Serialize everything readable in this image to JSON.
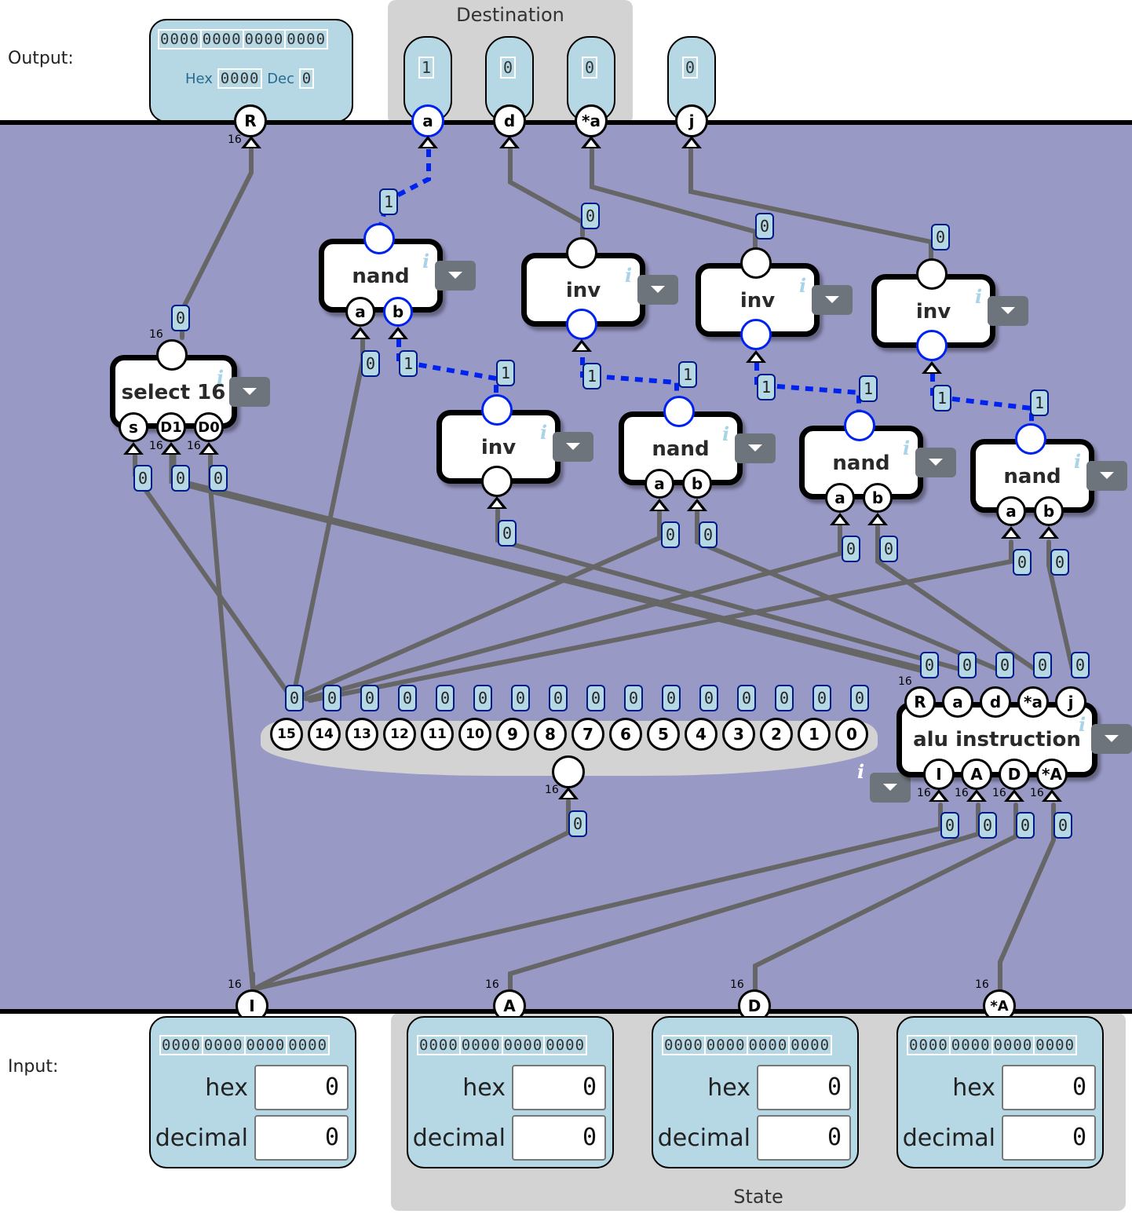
{
  "output_label": "Output:",
  "input_label": "Input:",
  "destination_group": {
    "title": "Destination"
  },
  "state_group": {
    "title": "State"
  },
  "output_R": {
    "bits": [
      "0000",
      "0000",
      "0000",
      "0000"
    ],
    "hex_label": "Hex",
    "hex_value": "0000",
    "dec_label": "Dec",
    "dec_value": "0",
    "pin": "R",
    "width": "16"
  },
  "outputs_bits": [
    {
      "pin": "a",
      "value": "1",
      "active": true
    },
    {
      "pin": "d",
      "value": "0",
      "active": false
    },
    {
      "pin": "*a",
      "value": "0",
      "active": false
    },
    {
      "pin": "j",
      "value": "0",
      "active": false
    }
  ],
  "inputs": [
    {
      "pin": "I",
      "width": "16",
      "bits": [
        "0000",
        "0000",
        "0000",
        "0000"
      ],
      "hex_label": "hex",
      "hex_value": "0",
      "decimal_label": "decimal",
      "decimal_value": "0"
    },
    {
      "pin": "A",
      "width": "16",
      "bits": [
        "0000",
        "0000",
        "0000",
        "0000"
      ],
      "hex_label": "hex",
      "hex_value": "0",
      "decimal_label": "decimal",
      "decimal_value": "0"
    },
    {
      "pin": "D",
      "width": "16",
      "bits": [
        "0000",
        "0000",
        "0000",
        "0000"
      ],
      "hex_label": "hex",
      "hex_value": "0",
      "decimal_label": "decimal",
      "decimal_value": "0"
    },
    {
      "pin": "*A",
      "width": "16",
      "bits": [
        "0000",
        "0000",
        "0000",
        "0000"
      ],
      "hex_label": "hex",
      "hex_value": "0",
      "decimal_label": "decimal",
      "decimal_value": "0"
    }
  ],
  "components": {
    "nand_top": {
      "label": "nand",
      "pins": [
        "a",
        "b"
      ]
    },
    "inv_d": {
      "label": "inv"
    },
    "inv_star_a": {
      "label": "inv"
    },
    "inv_j": {
      "label": "inv"
    },
    "select16": {
      "label": "select 16",
      "pins": [
        "s",
        "D1",
        "D0"
      ],
      "width": "16"
    },
    "inv_mid": {
      "label": "inv"
    },
    "nand_1": {
      "label": "nand",
      "pins": [
        "a",
        "b"
      ]
    },
    "nand_2": {
      "label": "nand",
      "pins": [
        "a",
        "b"
      ]
    },
    "nand_3": {
      "label": "nand",
      "pins": [
        "a",
        "b"
      ]
    },
    "splitter": {
      "bits": [
        "15",
        "14",
        "13",
        "12",
        "11",
        "10",
        "9",
        "8",
        "7",
        "6",
        "5",
        "4",
        "3",
        "2",
        "1",
        "0"
      ],
      "width": "16"
    },
    "alu_instruction": {
      "label": "alu instruction",
      "outputs": [
        "R",
        "a",
        "d",
        "*a",
        "j"
      ],
      "inputs": [
        "I",
        "A",
        "D",
        "*A"
      ],
      "width": "16"
    }
  },
  "wire_values": {
    "nand_top_out": "1",
    "nand_top_a": "0",
    "nand_top_b": "1",
    "inv_d_out": "0",
    "inv_star_a_out": "0",
    "inv_j_out": "0",
    "inv_d_in": "1",
    "inv_star_a_in": "1",
    "inv_j_in": "1",
    "select_out": "0",
    "select_s": "0",
    "select_d1": "0",
    "select_d0": "0",
    "inv_mid_out": "1",
    "inv_mid_in": "0",
    "nand_1_out": "1",
    "nand_1_a": "0",
    "nand_1_b": "0",
    "nand_2_out": "1",
    "nand_2_a": "0",
    "nand_2_b": "0",
    "nand_3_out": "1",
    "nand_3_a": "0",
    "nand_3_b": "0",
    "splitter_bits": [
      "0",
      "0",
      "0",
      "0",
      "0",
      "0",
      "0",
      "0",
      "0",
      "0",
      "0",
      "0",
      "0",
      "0",
      "0",
      "0"
    ],
    "splitter_in": "0",
    "alu_out": [
      "0",
      "0",
      "0",
      "0",
      "0"
    ],
    "alu_in": [
      "0",
      "0",
      "0",
      "0"
    ]
  },
  "colors": {
    "canvas": "#9999c6",
    "io_box": "#b5d8e4",
    "active_wire": "#0022ee",
    "wire": "#666666",
    "group": "#d3d3d3"
  }
}
